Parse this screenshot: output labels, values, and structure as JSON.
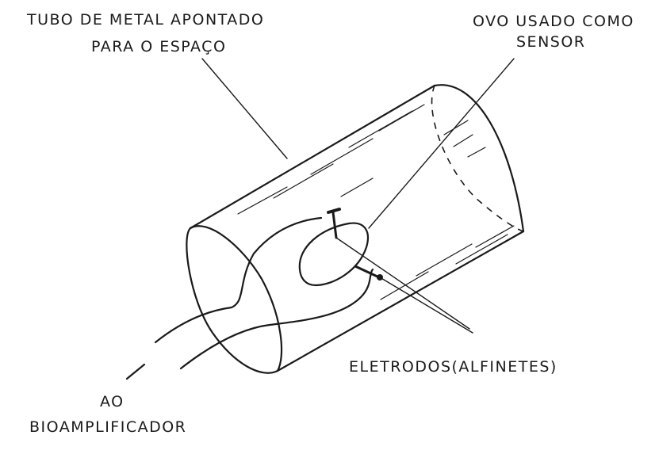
{
  "labels": {
    "tube_line1": "TUBO DE METAL  APONTADO",
    "tube_line2": "PARA  O  ESPAÇO",
    "egg_line1": "OVO USADO COMO",
    "egg_line2": "SENSOR",
    "electrodes": "ELETRODOS(ALFINETES)",
    "amp_line1": "AO",
    "amp_line2": "BIOAMPLIFICADOR"
  },
  "colors": {
    "ink": "#1a1a1a",
    "paper": "#ffffff"
  }
}
